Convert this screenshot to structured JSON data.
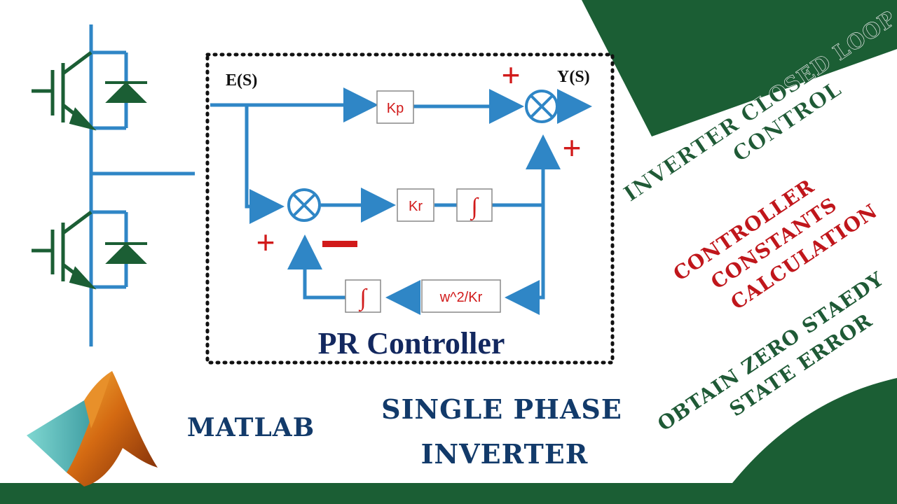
{
  "diagram": {
    "input_label": "E(S)",
    "output_label": "Y(S)",
    "blocks": {
      "kp": "Kp",
      "kr": "Kr",
      "integrator_top": "∫",
      "feedback_gain": "w^2/Kr",
      "integrator_bottom": "∫"
    },
    "signs": {
      "sum_top_plus_1": "+",
      "sum_top_plus_2": "+",
      "sum_left_plus": "+",
      "sum_left_minus": "—"
    },
    "title": "PR Controller"
  },
  "banners": {
    "line1": "INVERTER CLOSED LOOP",
    "line2": "CONTROL",
    "calc1": "CONTROLLER",
    "calc2": "CONSTANTS",
    "calc3": "CALCULATION",
    "goal1": "OBTAIN ZERO STAEDY",
    "goal2": "STATE ERROR"
  },
  "bottom": {
    "software": "MATLAB",
    "topic1": "SINGLE PHASE",
    "topic2": "INVERTER"
  },
  "colors": {
    "wire_blue": "#2f86c6",
    "green_dark": "#1b5e34",
    "green_text": "#1f5a36",
    "red": "#d11a1a",
    "navy": "#123a6a",
    "title_navy": "#13285f"
  }
}
